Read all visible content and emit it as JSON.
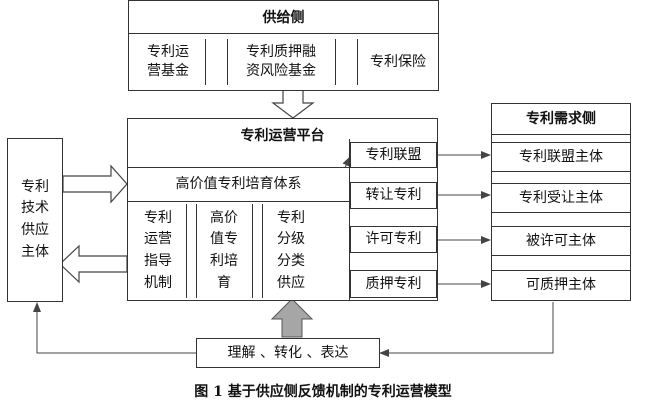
{
  "supply_side": {
    "title": "供给侧",
    "cells": [
      "专利运\n营基金",
      "专利质押融\n资风险基金",
      "专利保险"
    ]
  },
  "platform": {
    "title": "专利运营平台",
    "cultivation_title": "高价值专利培育体系",
    "columns": [
      "专利\n运营\n指导\n机制",
      "高价\n值专\n利培\n育",
      "专利\n分级\n分类\n供应"
    ],
    "services": [
      "专利联盟",
      "转让专利",
      "许可专利",
      "质押专利"
    ]
  },
  "tech_supplier": {
    "label": "专利\n技术\n供应\n主体"
  },
  "demand_side": {
    "title": "专利需求侧",
    "items": [
      "专利联盟主体",
      "专利受让主体",
      "被许可主体",
      "可质押主体"
    ]
  },
  "feedback": {
    "label": "理解 、转化 、表达"
  },
  "caption": "图 1  基于供应侧反馈机制的专利运营模型"
}
